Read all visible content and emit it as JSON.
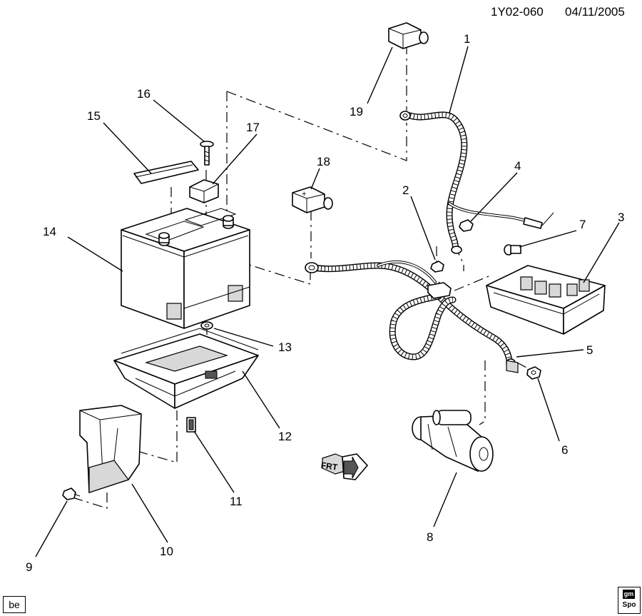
{
  "header": {
    "diagram_code": "1Y02-060",
    "date": "04/11/2005"
  },
  "callouts": [
    {
      "id": "c1",
      "label": "1"
    },
    {
      "id": "c2",
      "label": "2"
    },
    {
      "id": "c3",
      "label": "3"
    },
    {
      "id": "c4",
      "label": "4"
    },
    {
      "id": "c5",
      "label": "5"
    },
    {
      "id": "c6",
      "label": "6"
    },
    {
      "id": "c7",
      "label": "7"
    },
    {
      "id": "c8",
      "label": "8"
    },
    {
      "id": "c9",
      "label": "9"
    },
    {
      "id": "c10",
      "label": "10"
    },
    {
      "id": "c11",
      "label": "11"
    },
    {
      "id": "c12",
      "label": "12"
    },
    {
      "id": "c13",
      "label": "13"
    },
    {
      "id": "c14",
      "label": "14"
    },
    {
      "id": "c15",
      "label": "15"
    },
    {
      "id": "c16",
      "label": "16"
    },
    {
      "id": "c17",
      "label": "17"
    },
    {
      "id": "c18",
      "label": "18"
    },
    {
      "id": "c19",
      "label": "19"
    }
  ],
  "front_arrow": {
    "label": "FRT"
  },
  "terminal_cap": {
    "sign": "+"
  },
  "footer": {
    "left_badge": "be",
    "right_badge_top": "gm",
    "right_badge_bottom": "Spo"
  },
  "icons": [
    "front-direction-arrow-icon",
    "gm-spo-logo-icon"
  ]
}
